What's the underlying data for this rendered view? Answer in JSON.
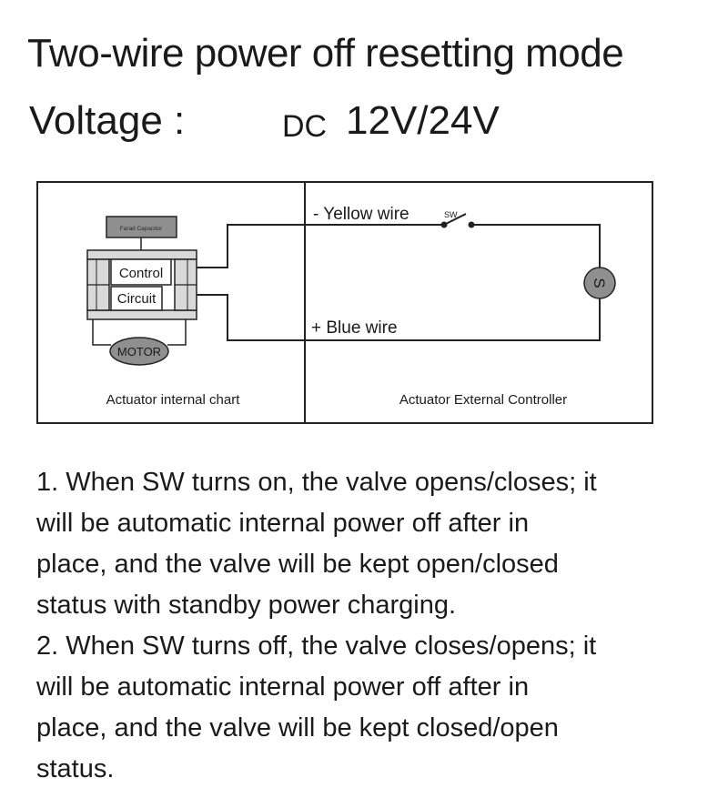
{
  "title": "Two-wire power off resetting mode",
  "voltage": {
    "label": "Voltage :",
    "prefix": "DC",
    "value": "12V/24V"
  },
  "diagram": {
    "internal": {
      "capacitor_label": "Farad Capacitor",
      "control_label": "Control",
      "circuit_label": "Circuit",
      "motor_label": "MOTOR",
      "caption": "Actuator internal chart"
    },
    "external": {
      "yellow_wire_label": "- Yellow wire",
      "switch_label": "SW",
      "blue_wire_label": "+ Blue wire",
      "source_label": "S",
      "caption": "Actuator External Controller"
    }
  },
  "notes": [
    {
      "lines": [
        "1. When SW turns on, the valve opens/closes; it",
        "will be automatic internal power off after in",
        "place, and the valve will be kept open/closed",
        "status with standby power charging."
      ]
    },
    {
      "lines": [
        "2. When SW turns off, the valve closes/opens; it",
        "will be automatic internal power off after in",
        "place, and the valve will be kept closed/open",
        "status."
      ]
    }
  ]
}
